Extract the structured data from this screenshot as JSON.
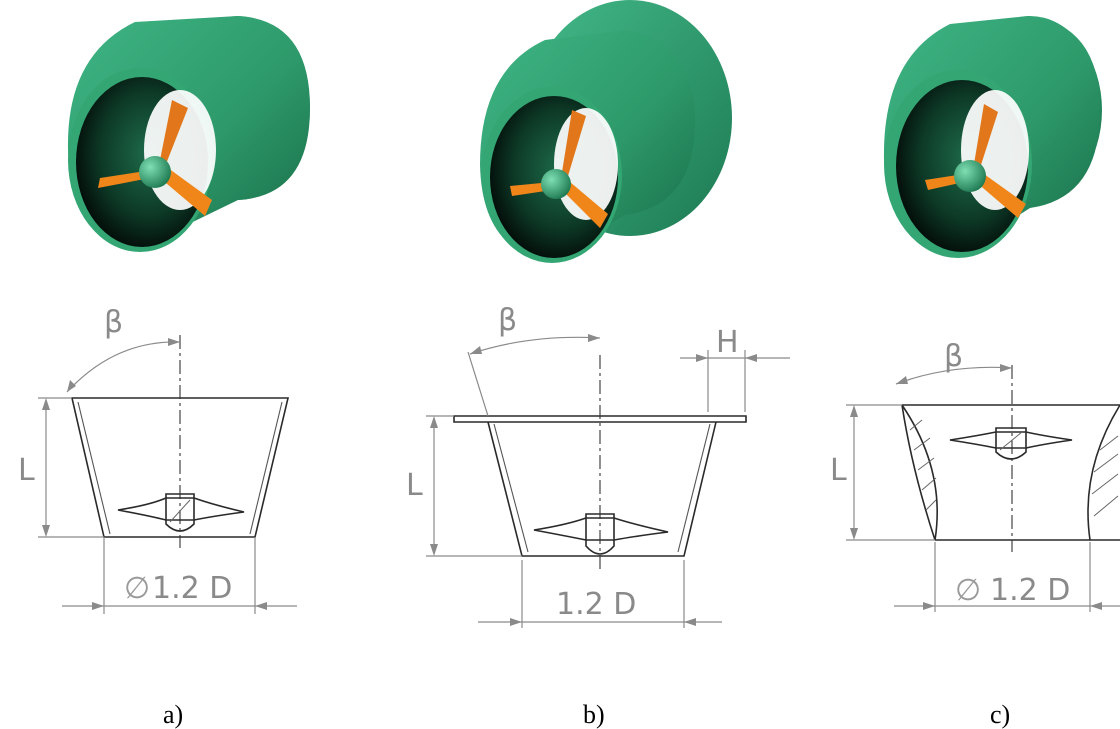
{
  "colors": {
    "nozzle_green": "#2e9a6b",
    "propeller_orange": "#f0861a",
    "line_gray": "#8a8a8a",
    "outline_dark": "#2a2a2a"
  },
  "panels": [
    {
      "id": "a",
      "caption": "a)",
      "angle_label": "β",
      "length_label": "L",
      "diameter_symbol": "∅",
      "diameter_label": "1.2 D"
    },
    {
      "id": "b",
      "caption": "b)",
      "angle_label": "β",
      "length_label": "L",
      "flange_label": "H",
      "diameter_label": "1.2 D"
    },
    {
      "id": "c",
      "caption": "c)",
      "angle_label": "β",
      "length_label": "L",
      "diameter_symbol": "∅",
      "diameter_label": "1.2 D"
    }
  ]
}
